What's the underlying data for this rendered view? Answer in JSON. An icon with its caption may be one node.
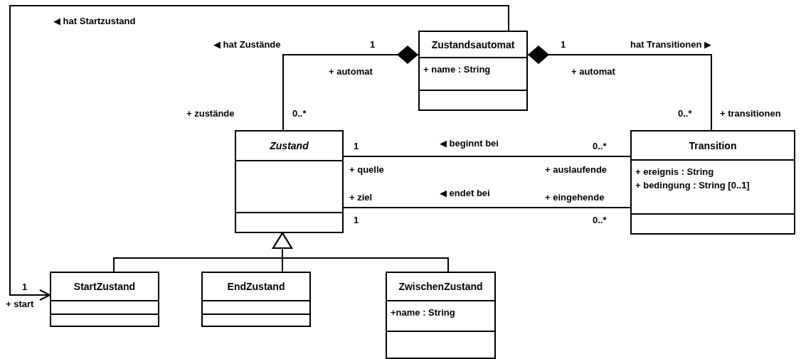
{
  "diagram": {
    "nodes": [
      {
        "text": [
          "Zustandsautomat",
          "+ name : String"
        ]
      },
      {
        "text": [
          "Zustand"
        ]
      },
      {
        "text": [
          "Transition",
          "+ ereignis : String",
          "+ bedingung : String [0..1]"
        ]
      },
      {
        "text": [
          "StartZustand"
        ]
      },
      {
        "text": [
          "EndZustand"
        ]
      },
      {
        "text": [
          "ZwischenZustand",
          "+name : String"
        ]
      }
    ],
    "edges": [
      {
        "from": 0,
        "to": 1,
        "arrow": "other",
        "label": "◀ hat Zustände"
      },
      {
        "from": 0,
        "to": 2,
        "arrow": "other",
        "label": "hat Transitionen ▶"
      },
      {
        "from": 0,
        "to": 3,
        "arrow": "to",
        "label": "◀ hat Startzustand"
      },
      {
        "from": 1,
        "to": 2,
        "arrow": "none",
        "label": "◀ beginnt bei"
      },
      {
        "from": 1,
        "to": 2,
        "arrow": "none",
        "label": "◀ endet bei"
      },
      {
        "from": 3,
        "to": 1,
        "arrow": "to"
      },
      {
        "from": 4,
        "to": 1,
        "arrow": "to"
      },
      {
        "from": 5,
        "to": 1,
        "arrow": "to"
      }
    ],
    "labels": [
      "1",
      "1",
      "+ automat",
      "+ automat",
      "+ zustände",
      "0..*",
      "0..*",
      "+ transitionen",
      "1",
      "0..*",
      "+ quelle",
      "+ auslaufende",
      "+ ziel",
      "+ eingehende",
      "1",
      "0..*",
      "1",
      "+ start"
    ]
  }
}
